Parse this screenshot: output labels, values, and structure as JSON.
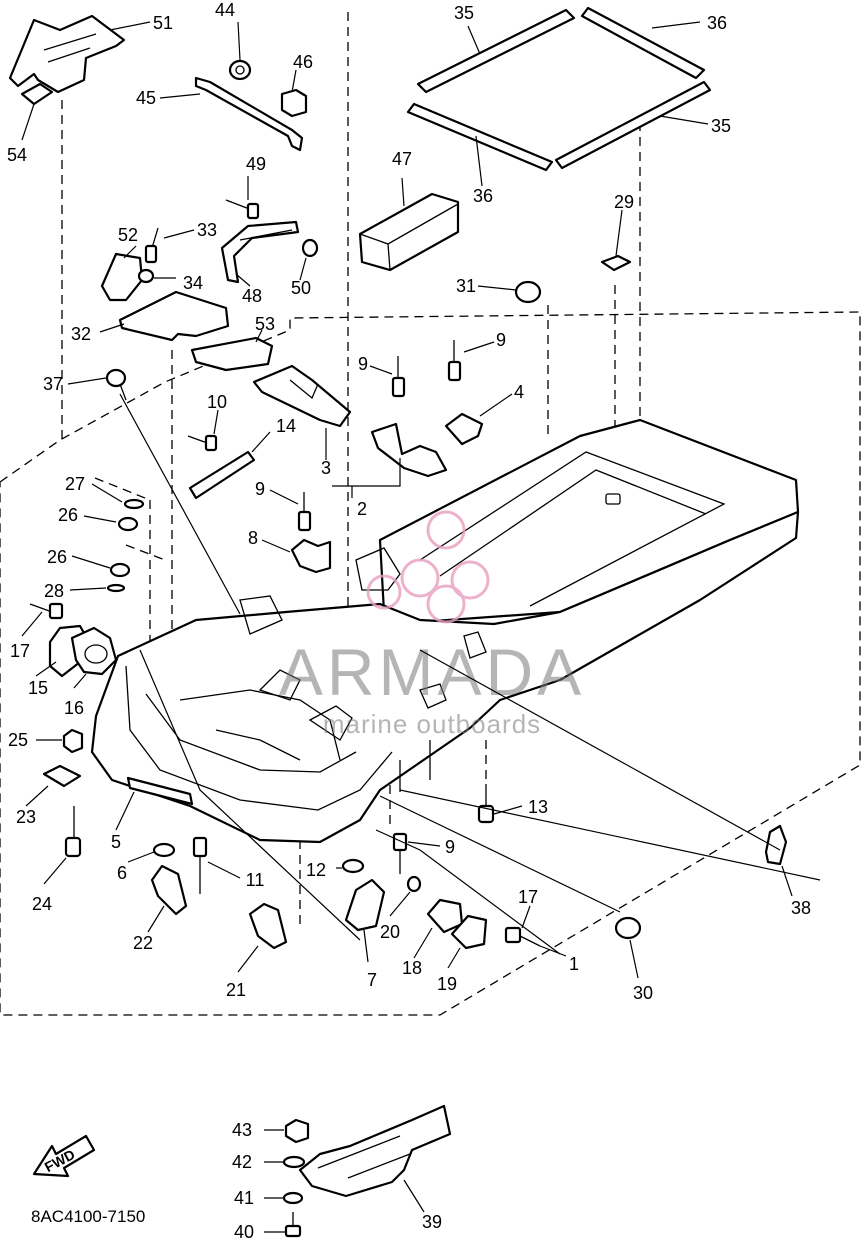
{
  "diagram": {
    "drawing_code": "8AC4100-7150",
    "direction_arrow_label": "FWD",
    "watermark": {
      "title": "ARMADA",
      "subtitle": "marine outboards",
      "accent_color": "#e8a0c0"
    },
    "callouts": [
      "1",
      "2",
      "3",
      "4",
      "5",
      "6",
      "7",
      "8",
      "9",
      "10",
      "11",
      "12",
      "13",
      "14",
      "15",
      "16",
      "17",
      "18",
      "19",
      "20",
      "21",
      "22",
      "23",
      "24",
      "25",
      "26",
      "27",
      "28",
      "29",
      "30",
      "31",
      "32",
      "33",
      "34",
      "35",
      "36",
      "37",
      "38",
      "39",
      "40",
      "41",
      "42",
      "43",
      "44",
      "45",
      "46",
      "47",
      "48",
      "49",
      "50",
      "51",
      "52",
      "53",
      "54"
    ]
  }
}
